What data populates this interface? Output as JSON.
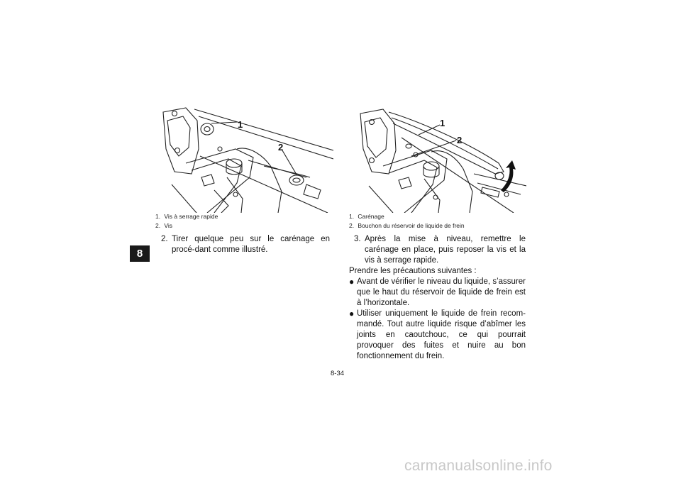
{
  "chapter_tab": "8",
  "figure1": {
    "callouts": [
      "1",
      "2"
    ],
    "legend": [
      {
        "num": "1.",
        "text": "Vis à serrage rapide"
      },
      {
        "num": "2.",
        "text": "Vis"
      }
    ]
  },
  "figure2": {
    "callouts": [
      "1",
      "2"
    ],
    "legend": [
      {
        "num": "1.",
        "text": "Carénage"
      },
      {
        "num": "2.",
        "text": "Bouchon du réservoir de liquide de frein"
      }
    ]
  },
  "step2": {
    "num": "2.",
    "text": "Tirer quelque peu sur le carénage en procé-dant comme illustré."
  },
  "step3": {
    "num": "3.",
    "text": "Après la mise à niveau, remettre le carénage en place, puis reposer la vis et la vis à serrage rapide."
  },
  "precautions_intro": "Prendre les précautions suivantes :",
  "bullets": [
    "Avant de vérifier le niveau du liquide, s’assurer que le haut du réservoir de liquide de frein est à l’horizontale.",
    "Utiliser uniquement le liquide de frein recom-mandé. Tout autre liquide risque d’abîmer les joints en caoutchouc, ce qui pourrait provoquer des fuites et nuire au bon fonctionnement du frein."
  ],
  "bullet_symbol": "●",
  "page_number": "8-34",
  "watermark": "carmanualsonline.info"
}
